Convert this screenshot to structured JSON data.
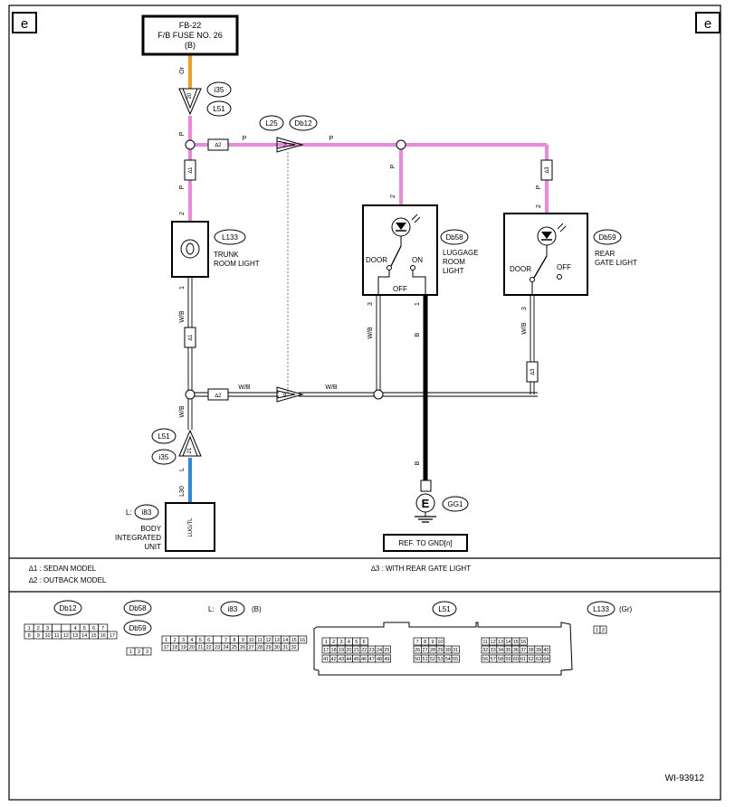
{
  "corner_label": "e",
  "fuse": {
    "line1": "FB-22",
    "line2": "F/B FUSE NO. 26",
    "line3": "(B)"
  },
  "wire_colors": {
    "or": "Or",
    "p": "P",
    "wb": "W/B",
    "b": "B",
    "l": "L"
  },
  "wire_hex": {
    "orange": "#f0a020",
    "pink": "#ee88dd",
    "blue": "#2a8adf",
    "black": "#000000"
  },
  "connectors": {
    "i35": "i35",
    "L51": "L51",
    "L25": "L25",
    "Db12": "Db12",
    "L133": "L133",
    "Db58": "Db58",
    "Db59": "Db59",
    "i83": "i83",
    "GG1": "GG1"
  },
  "pins": {
    "p20": "20",
    "p21": "21",
    "p7": "7",
    "p9": "9",
    "p2": "2",
    "p1": "1",
    "p3": "3",
    "L30": "L30"
  },
  "notes": {
    "n1": "∆1",
    "n2": "∆2",
    "n3": "∆3"
  },
  "components": {
    "trunk_light": [
      "TRUNK",
      "ROOM LIGHT"
    ],
    "luggage_light": [
      "LUGGAGE",
      "ROOM",
      "LIGHT"
    ],
    "rear_gate_light": [
      "REAR",
      "GATE LIGHT"
    ],
    "door": "DOOR",
    "on": "ON",
    "off": "OFF",
    "body_unit": [
      "BODY",
      "INTEGRATED",
      "UNIT"
    ],
    "body_unit_prefix": "L:",
    "body_unit_pin": "LUG/TL",
    "ground_letter": "E",
    "ground_ref": "REF. TO GND[n]"
  },
  "legend": {
    "n1": "∆1  : SEDAN MODEL",
    "n2": "∆2  : OUTBACK MODEL",
    "n3": "∆3  : WITH REAR GATE LIGHT"
  },
  "connector_views": {
    "db12": {
      "label": "Db12",
      "row1": [
        "1",
        "2",
        "3",
        "",
        "",
        "4",
        "5",
        "6",
        "7"
      ],
      "row2": [
        "8",
        "9",
        "10",
        "11",
        "12",
        "13",
        "14",
        "15",
        "16",
        "17"
      ]
    },
    "db58": {
      "label": "Db58",
      "label2": "Db59",
      "pins": [
        "1",
        "2",
        "3"
      ]
    },
    "i83": {
      "prefix": "L:",
      "label": "i83",
      "suffix": "(B)",
      "row1": [
        "1",
        "2",
        "3",
        "4",
        "5",
        "6",
        "",
        "7",
        "8",
        "9",
        "10",
        "11",
        "12",
        "13",
        "14",
        "15",
        "16"
      ],
      "row2": [
        "17",
        "18",
        "19",
        "20",
        "21",
        "22",
        "23",
        "24",
        "25",
        "26",
        "27",
        "28",
        "29",
        "30",
        "31",
        "32"
      ]
    },
    "l51": {
      "label": "L51",
      "a1": [
        "1",
        "2",
        "3",
        "4",
        "5",
        "6"
      ],
      "a2": [
        "17",
        "18",
        "19",
        "20",
        "21",
        "22",
        "23",
        "24",
        "25"
      ],
      "a3": [
        "41",
        "42",
        "43",
        "44",
        "45",
        "46",
        "47",
        "48",
        "49"
      ],
      "b1": [
        "7",
        "8",
        "9",
        "10"
      ],
      "b2": [
        "26",
        "27",
        "28",
        "29",
        "30",
        "31"
      ],
      "b3": [
        "50",
        "51",
        "52",
        "53",
        "54",
        "55"
      ],
      "c1": [
        "11",
        "12",
        "13",
        "14",
        "15",
        "16"
      ],
      "c2": [
        "32",
        "33",
        "34",
        "35",
        "36",
        "37",
        "38",
        "39",
        "40"
      ],
      "c3": [
        "56",
        "57",
        "58",
        "59",
        "60",
        "61",
        "62",
        "63",
        "64"
      ]
    },
    "l133": {
      "label": "L133",
      "suffix": "(Gr)",
      "pins": [
        "1",
        "2"
      ]
    }
  },
  "diagram_id": "WI-93912"
}
